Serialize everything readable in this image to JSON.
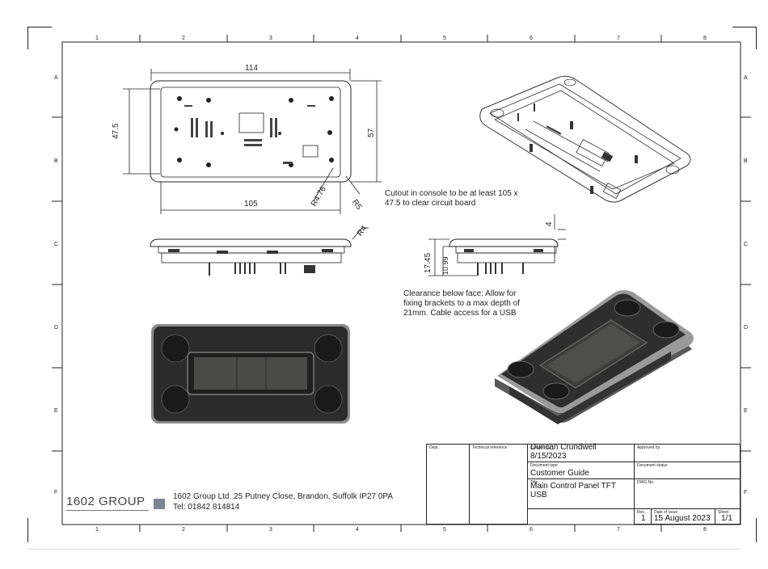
{
  "border": {
    "columns": [
      "1",
      "2",
      "3",
      "4",
      "5",
      "6",
      "7",
      "8"
    ],
    "rows": [
      "A",
      "B",
      "C",
      "D",
      "E",
      "F"
    ]
  },
  "dimensions": {
    "width_114": "114",
    "height_47_5": "47.5",
    "height_57": "57",
    "width_105": "105",
    "radius_r4_76": "R4.76",
    "radius_r5": "R5",
    "radius_r4": "R4",
    "depth_4": "4",
    "depth_17_45": "17.45",
    "depth_10_99": "10.99"
  },
  "notes": {
    "cutout_line1": "Cutout in console to be at least 105 x",
    "cutout_line2": "47.5 to clear circuit board",
    "clearance_line1": "Clearance below face: Allow for",
    "clearance_line2": "fixing brackets to a max depth of",
    "clearance_line3": "21mm. Cable access for a USB"
  },
  "company": {
    "logo_text": "1602 GROUP",
    "address_line1": "1602 Group Ltd. 25 Putney Close, Brandon, Suffolk IP27 0PA",
    "address_line2": "Tel: 01842 814814"
  },
  "title_block": {
    "dept_label": "Dept.",
    "tech_ref_label": "Technical reference",
    "created_by_label": "Created by",
    "created_by_value": "Duncan Crundwell 8/15/2023",
    "approved_by_label": "Approved by",
    "doc_type_label": "Document type",
    "doc_type_value": "Customer Guide",
    "doc_status_label": "Document status",
    "title_label": "Title",
    "title_value": "Main Control Panel TFT USB",
    "dwg_label": "DWG No.",
    "rev_label": "Rev.",
    "rev_value": "1",
    "date_label": "Date of issue",
    "date_value": "15 August 2023",
    "sheet_label": "Sheet",
    "sheet_value": "1/1"
  },
  "colors": {
    "line": "#222222",
    "panel_dark": "#2b2b2b",
    "panel_light": "#3d3d3d",
    "screen": "#5a5a58"
  }
}
